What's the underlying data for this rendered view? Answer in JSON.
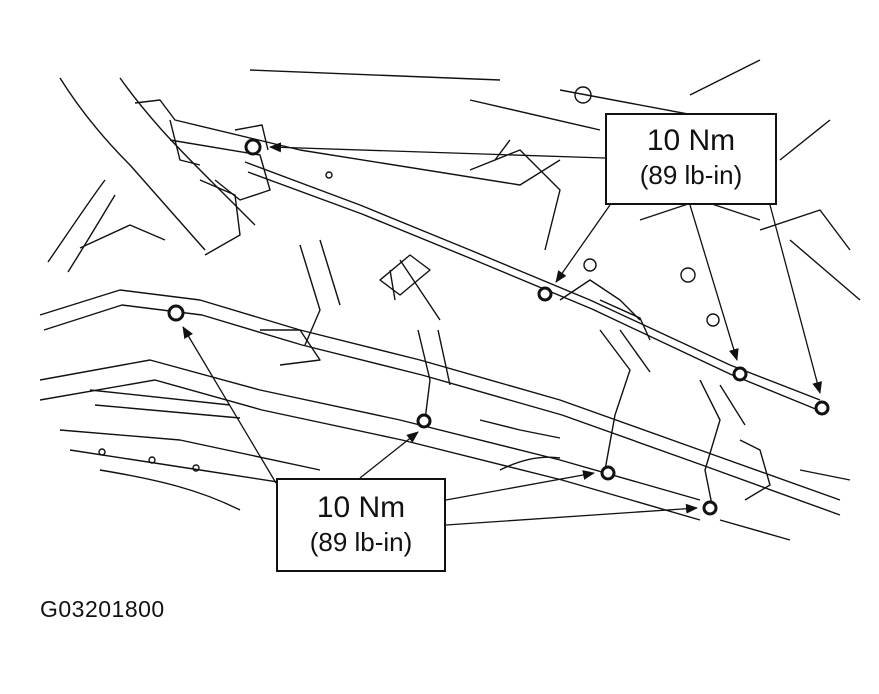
{
  "callouts": {
    "top": {
      "torque_metric": "10 Nm",
      "torque_imperial": "(89 lb-in)"
    },
    "bottom": {
      "torque_metric": "10 Nm",
      "torque_imperial": "(89 lb-in)"
    }
  },
  "figure_id": "G03201800",
  "colors": {
    "line": "#111111",
    "background": "#ffffff"
  }
}
